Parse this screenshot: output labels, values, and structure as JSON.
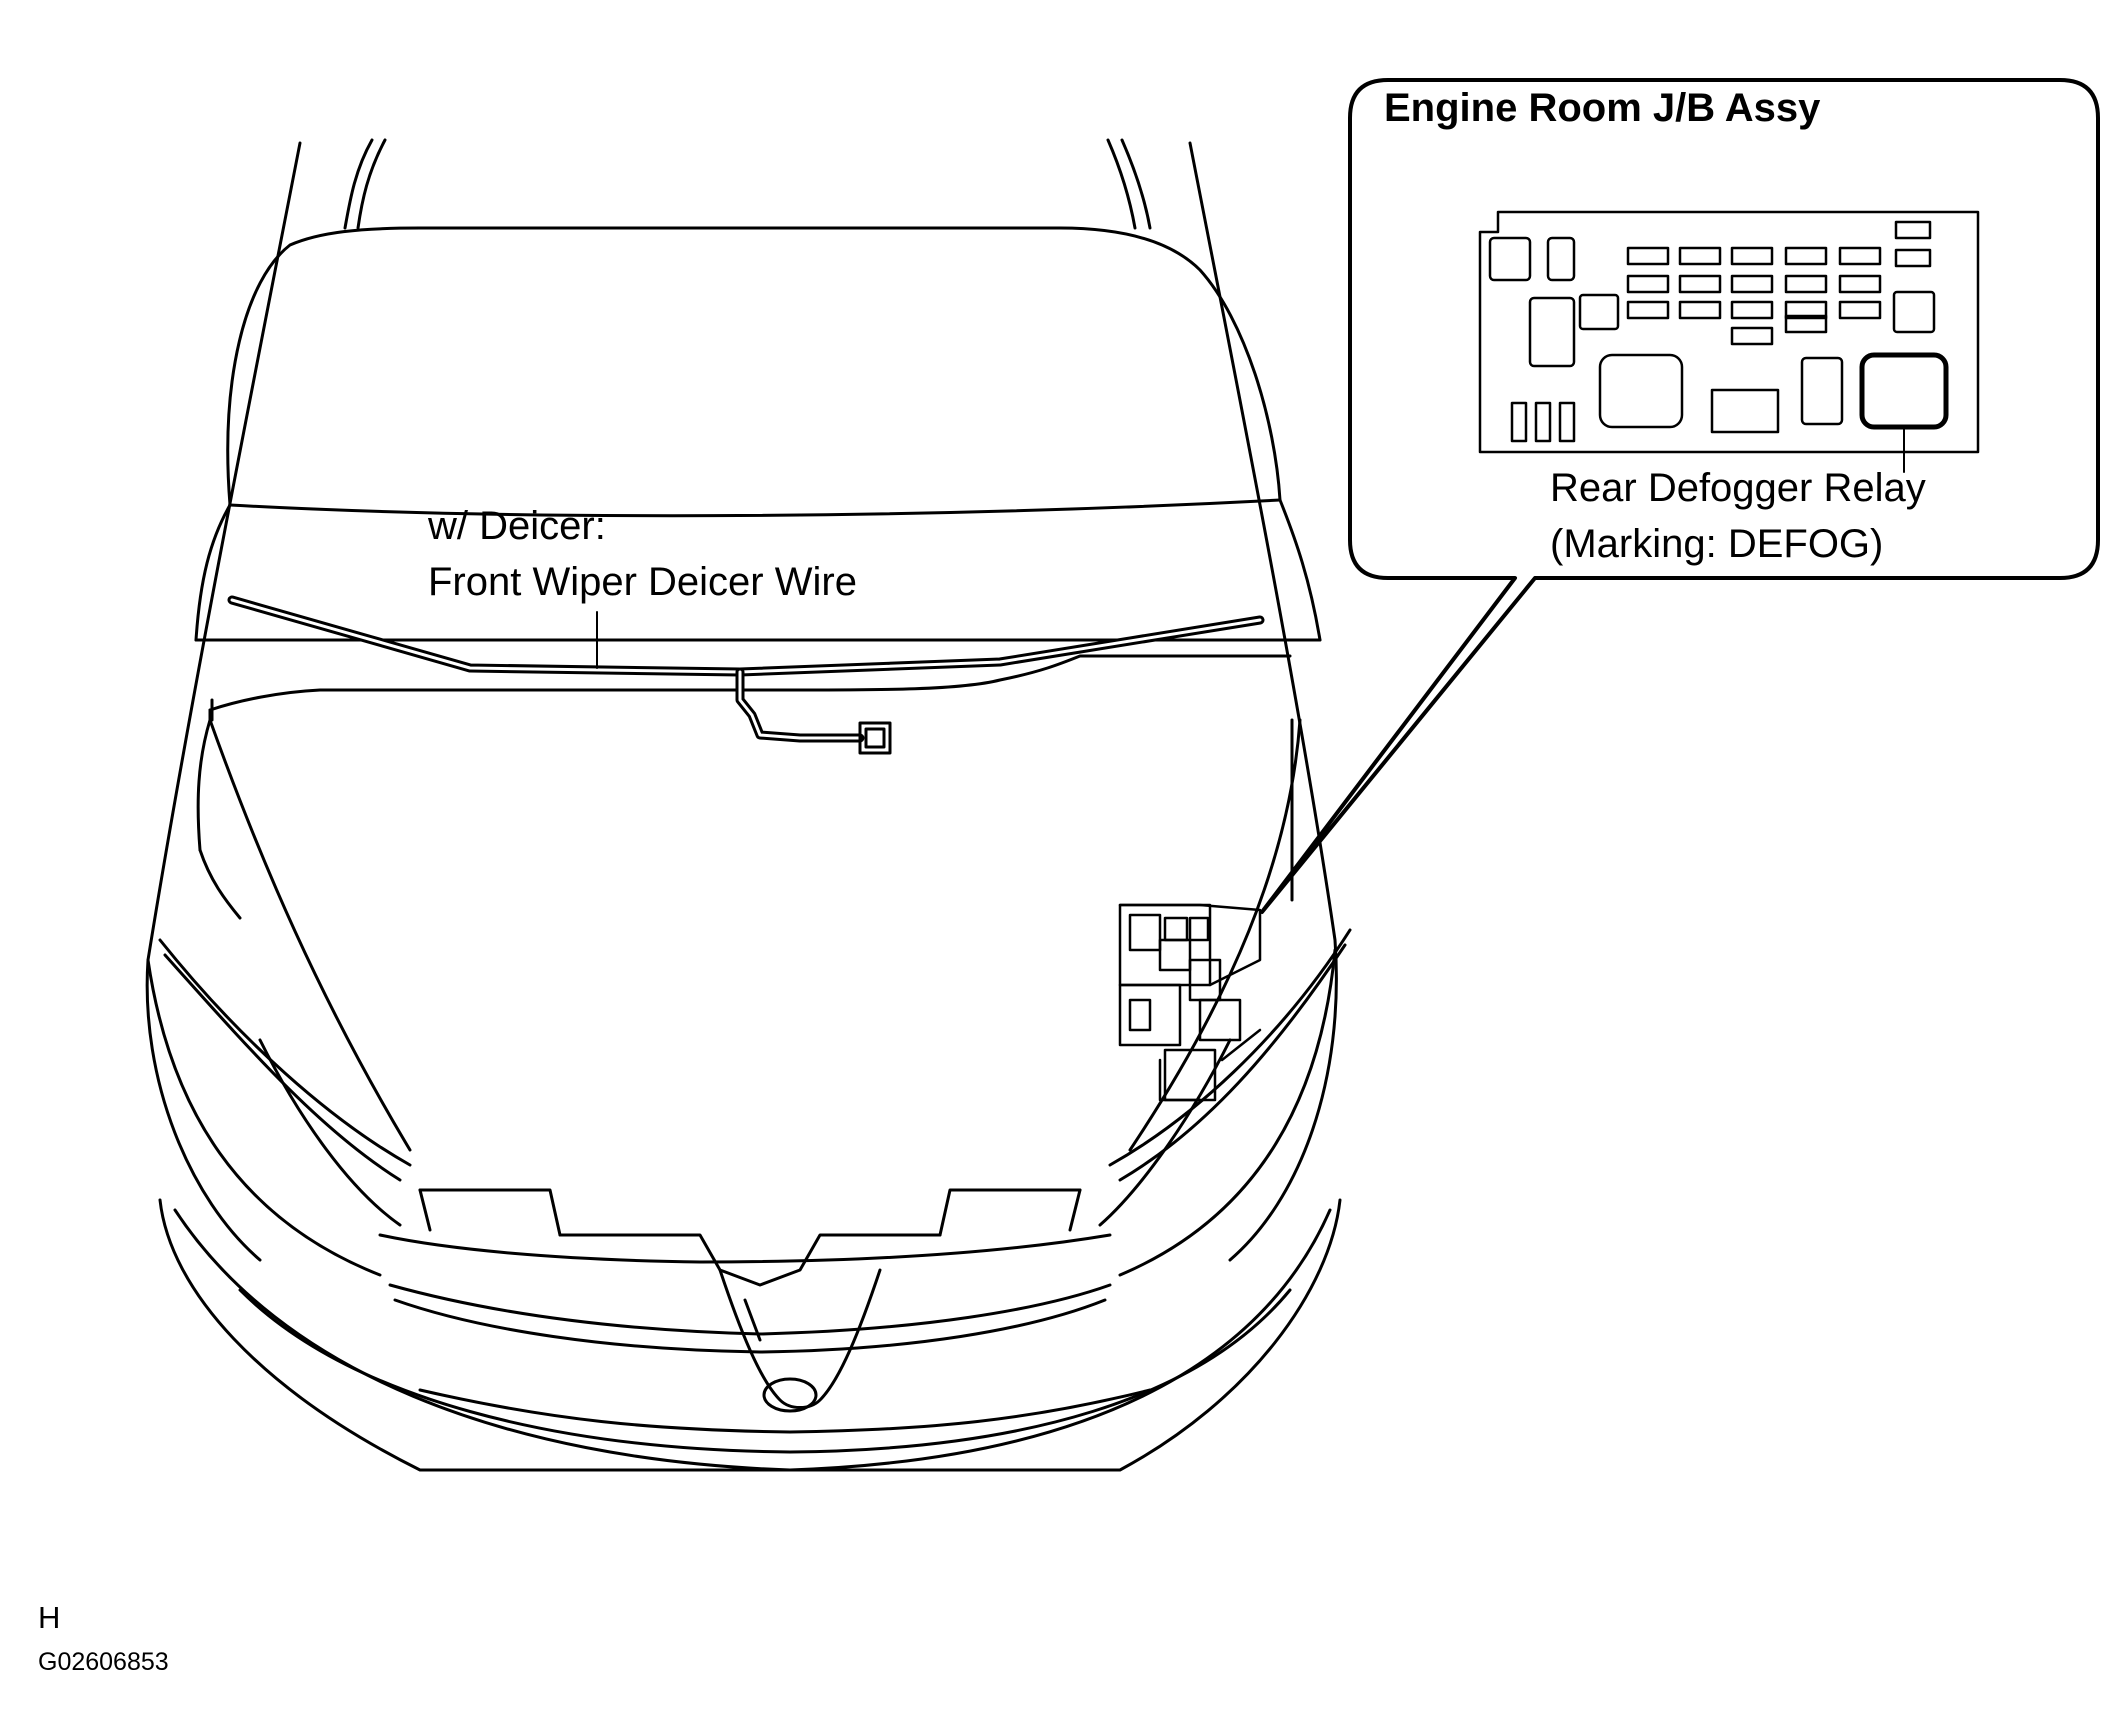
{
  "labels": {
    "callout_title": "Engine Room J/B Assy",
    "relay_name": "Rear Defogger Relay",
    "relay_marking": "(Marking: DEFOG)",
    "deicer_condition": "w/ Deicer:",
    "deicer_wire": "Front Wiper Deicer Wire",
    "view_code": "H",
    "figure_code": "G02606853"
  },
  "colors": {
    "line": "#000000",
    "background": "#ffffff"
  }
}
